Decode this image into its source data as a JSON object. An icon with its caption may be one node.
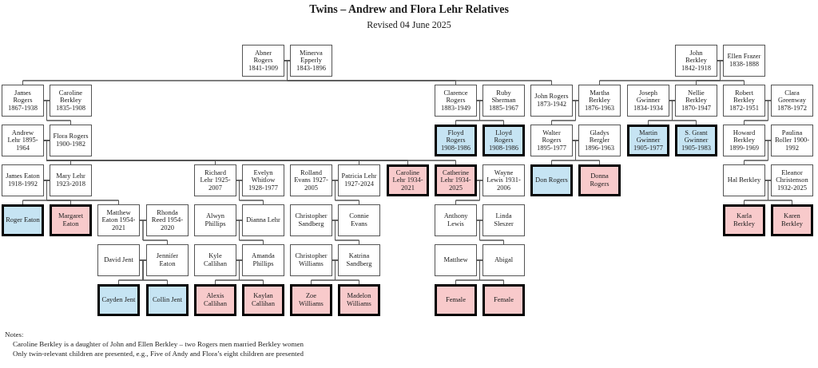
{
  "diagram": {
    "title": "Twins – Andrew and Flora Lehr Relatives",
    "nodes": [
      {
        "text": [
          "Abner Rogers 1841-1909"
        ]
      },
      {
        "text": [
          "Minerva Epperly 1843-1896"
        ]
      },
      {
        "text": [
          "James Rogers 1867-1938"
        ]
      },
      {
        "text": [
          "Caroline Berkley 1835-1908"
        ]
      },
      {
        "text": [
          "Andrew Lehr 1895-1964"
        ]
      },
      {
        "text": [
          "Flora Rogers 1900-1982"
        ]
      },
      {
        "text": [
          "James Eaton 1918-1992"
        ]
      },
      {
        "text": [
          "Mary Lehr 1923-2018"
        ]
      },
      {
        "text": [
          "Roger Eaton"
        ]
      },
      {
        "text": [
          "Margaret Eaton"
        ]
      },
      {
        "text": [
          "Matthew Eaton 1954-2021"
        ]
      },
      {
        "text": [
          "Rhonda Reed 1954-2020"
        ]
      },
      {
        "text": [
          "David Jent"
        ]
      },
      {
        "text": [
          "Jennifer Eaton"
        ]
      },
      {
        "text": [
          "Cayden Jent"
        ]
      },
      {
        "text": [
          "Collin Jent"
        ]
      },
      {
        "text": [
          "Richard Lehr 1925-2007"
        ]
      },
      {
        "text": [
          "Evelyn Whitlow 1928-1977"
        ]
      },
      {
        "text": [
          "Alwyn Phillips"
        ]
      },
      {
        "text": [
          "Dianna Lehr"
        ]
      },
      {
        "text": [
          "Kyle Callihan"
        ]
      },
      {
        "text": [
          "Amanda Phillips"
        ]
      },
      {
        "text": [
          "Alexis Callihan"
        ]
      },
      {
        "text": [
          "Kaylan Callihan"
        ]
      },
      {
        "text": [
          "Rolland Evans 1927-2005"
        ]
      },
      {
        "text": [
          "Patricia Lehr 1927-2024"
        ]
      },
      {
        "text": [
          "Christopher Sandberg"
        ]
      },
      {
        "text": [
          "Connie Evans"
        ]
      },
      {
        "text": [
          "Christopher Williams"
        ]
      },
      {
        "text": [
          "Katrina Sandberg"
        ]
      },
      {
        "text": [
          "Zoe Williams"
        ]
      },
      {
        "text": [
          "Madelon Williams"
        ]
      },
      {
        "text": [
          "Caroline Lehr 1934-2021"
        ]
      },
      {
        "text": [
          "Catherine Lehr 1934-2025"
        ]
      },
      {
        "text": [
          "Wayne Lewis 1931-2006"
        ]
      },
      {
        "text": [
          "Anthony Lewis"
        ]
      },
      {
        "text": [
          "Linda Sleszer"
        ]
      },
      {
        "text": [
          "Matthew"
        ]
      },
      {
        "text": [
          "Abigal"
        ]
      },
      {
        "text": [
          "Female"
        ]
      },
      {
        "text": [
          "Female"
        ]
      },
      {
        "text": [
          "Clarence Rogers 1883-1949"
        ]
      },
      {
        "text": [
          "Ruby Sherman 1885-1967"
        ]
      },
      {
        "text": [
          "Floyd Rogers 1908-1986"
        ]
      },
      {
        "text": [
          "Lloyd Rogers 1908-1986"
        ]
      },
      {
        "text": [
          "John Rogers 1873-1942"
        ]
      },
      {
        "text": [
          "Martha Berkley 1876-1963"
        ]
      },
      {
        "text": [
          "Walter Rogers 1895-1977"
        ]
      },
      {
        "text": [
          "Gladys Bergler 1896-1963"
        ]
      },
      {
        "text": [
          "Don Rogers"
        ]
      },
      {
        "text": [
          "Donna Rogers"
        ]
      },
      {
        "text": [
          "John Berkley 1842-1918"
        ]
      },
      {
        "text": [
          "Ellen Frazer 1838-1888"
        ]
      },
      {
        "text": [
          "Joseph Gwinner 1834-1934"
        ]
      },
      {
        "text": [
          "Nellie Berkley 1870-1947"
        ]
      },
      {
        "text": [
          "Martin Gwinner 1905-1977"
        ]
      },
      {
        "text": [
          "S. Grant Gwinner 1905-1983"
        ]
      },
      {
        "text": [
          "Robert Berkley 1872-1951"
        ]
      },
      {
        "text": [
          "Clara Greenway 1878-1972"
        ]
      },
      {
        "text": [
          "Howard Berkley 1899-1969"
        ]
      },
      {
        "text": [
          "Paulina Boller 1900-1992"
        ]
      },
      {
        "text": [
          "Hal Berkley"
        ]
      },
      {
        "text": [
          "Eleanor Christenson 1932-2025"
        ]
      },
      {
        "text": [
          "Karla Berkley"
        ]
      },
      {
        "text": [
          "Karen Berkley"
        ]
      }
    ],
    "edges": [
      {
        "from": 0,
        "to": 1,
        "arrow": "none"
      },
      {
        "from": 0,
        "to": 2,
        "arrow": "none"
      },
      {
        "from": 1,
        "to": 2,
        "arrow": "none"
      },
      {
        "from": 0,
        "to": 41,
        "arrow": "none"
      },
      {
        "from": 1,
        "to": 41,
        "arrow": "none"
      },
      {
        "from": 0,
        "to": 45,
        "arrow": "none"
      },
      {
        "from": 1,
        "to": 45,
        "arrow": "none"
      },
      {
        "from": 2,
        "to": 3,
        "arrow": "none"
      },
      {
        "from": 2,
        "to": 5,
        "arrow": "none"
      },
      {
        "from": 3,
        "to": 5,
        "arrow": "none"
      },
      {
        "from": 4,
        "to": 5,
        "arrow": "none"
      },
      {
        "from": 4,
        "to": 7,
        "arrow": "none"
      },
      {
        "from": 5,
        "to": 7,
        "arrow": "none"
      },
      {
        "from": 4,
        "to": 16,
        "arrow": "none"
      },
      {
        "from": 5,
        "to": 16,
        "arrow": "none"
      },
      {
        "from": 4,
        "to": 25,
        "arrow": "none"
      },
      {
        "from": 5,
        "to": 25,
        "arrow": "none"
      },
      {
        "from": 4,
        "to": 32,
        "arrow": "none"
      },
      {
        "from": 5,
        "to": 32,
        "arrow": "none"
      },
      {
        "from": 4,
        "to": 33,
        "arrow": "none"
      },
      {
        "from": 5,
        "to": 33,
        "arrow": "none"
      },
      {
        "from": 6,
        "to": 7,
        "arrow": "none"
      },
      {
        "from": 6,
        "to": 8,
        "arrow": "none"
      },
      {
        "from": 7,
        "to": 8,
        "arrow": "none"
      },
      {
        "from": 6,
        "to": 9,
        "arrow": "none"
      },
      {
        "from": 7,
        "to": 9,
        "arrow": "none"
      },
      {
        "from": 6,
        "to": 10,
        "arrow": "none"
      },
      {
        "from": 7,
        "to": 10,
        "arrow": "none"
      },
      {
        "from": 10,
        "to": 11,
        "arrow": "none"
      },
      {
        "from": 10,
        "to": 13,
        "arrow": "none"
      },
      {
        "from": 11,
        "to": 13,
        "arrow": "none"
      },
      {
        "from": 12,
        "to": 13,
        "arrow": "none"
      },
      {
        "from": 12,
        "to": 14,
        "arrow": "none"
      },
      {
        "from": 13,
        "to": 14,
        "arrow": "none"
      },
      {
        "from": 12,
        "to": 15,
        "arrow": "none"
      },
      {
        "from": 13,
        "to": 15,
        "arrow": "none"
      },
      {
        "from": 16,
        "to": 17,
        "arrow": "none"
      },
      {
        "from": 16,
        "to": 19,
        "arrow": "none"
      },
      {
        "from": 17,
        "to": 19,
        "arrow": "none"
      },
      {
        "from": 18,
        "to": 19,
        "arrow": "none"
      },
      {
        "from": 18,
        "to": 21,
        "arrow": "none"
      },
      {
        "from": 19,
        "to": 21,
        "arrow": "none"
      },
      {
        "from": 20,
        "to": 21,
        "arrow": "none"
      },
      {
        "from": 20,
        "to": 22,
        "arrow": "none"
      },
      {
        "from": 21,
        "to": 22,
        "arrow": "none"
      },
      {
        "from": 20,
        "to": 23,
        "arrow": "none"
      },
      {
        "from": 21,
        "to": 23,
        "arrow": "none"
      },
      {
        "from": 24,
        "to": 25,
        "arrow": "none"
      },
      {
        "from": 24,
        "to": 27,
        "arrow": "none"
      },
      {
        "from": 25,
        "to": 27,
        "arrow": "none"
      },
      {
        "from": 26,
        "to": 27,
        "arrow": "none"
      },
      {
        "from": 26,
        "to": 29,
        "arrow": "none"
      },
      {
        "from": 27,
        "to": 29,
        "arrow": "none"
      },
      {
        "from": 28,
        "to": 29,
        "arrow": "none"
      },
      {
        "from": 28,
        "to": 30,
        "arrow": "none"
      },
      {
        "from": 29,
        "to": 30,
        "arrow": "none"
      },
      {
        "from": 28,
        "to": 31,
        "arrow": "none"
      },
      {
        "from": 29,
        "to": 31,
        "arrow": "none"
      },
      {
        "from": 33,
        "to": 34,
        "arrow": "none"
      },
      {
        "from": 33,
        "to": 35,
        "arrow": "none"
      },
      {
        "from": 34,
        "to": 35,
        "arrow": "none"
      },
      {
        "from": 35,
        "to": 36,
        "arrow": "none"
      },
      {
        "from": 35,
        "to": 38,
        "arrow": "none"
      },
      {
        "from": 36,
        "to": 38,
        "arrow": "none"
      },
      {
        "from": 37,
        "to": 38,
        "arrow": "none"
      },
      {
        "from": 37,
        "to": 39,
        "arrow": "none"
      },
      {
        "from": 38,
        "to": 39,
        "arrow": "none"
      },
      {
        "from": 37,
        "to": 40,
        "arrow": "none"
      },
      {
        "from": 38,
        "to": 40,
        "arrow": "none"
      },
      {
        "from": 41,
        "to": 42,
        "arrow": "none"
      },
      {
        "from": 41,
        "to": 43,
        "arrow": "none"
      },
      {
        "from": 42,
        "to": 43,
        "arrow": "none"
      },
      {
        "from": 41,
        "to": 44,
        "arrow": "none"
      },
      {
        "from": 42,
        "to": 44,
        "arrow": "none"
      },
      {
        "from": 45,
        "to": 46,
        "arrow": "none"
      },
      {
        "from": 45,
        "to": 47,
        "arrow": "none"
      },
      {
        "from": 46,
        "to": 47,
        "arrow": "none"
      },
      {
        "from": 47,
        "to": 48,
        "arrow": "none"
      },
      {
        "from": 47,
        "to": 49,
        "arrow": "none"
      },
      {
        "from": 48,
        "to": 49,
        "arrow": "none"
      },
      {
        "from": 47,
        "to": 50,
        "arrow": "none"
      },
      {
        "from": 48,
        "to": 50,
        "arrow": "none"
      },
      {
        "from": 51,
        "to": 52,
        "arrow": "none"
      },
      {
        "from": 51,
        "to": 46,
        "arrow": "none"
      },
      {
        "from": 52,
        "to": 46,
        "arrow": "none"
      },
      {
        "from": 51,
        "to": 54,
        "arrow": "none"
      },
      {
        "from": 52,
        "to": 54,
        "arrow": "none"
      },
      {
        "from": 51,
        "to": 57,
        "arrow": "none"
      },
      {
        "from": 52,
        "to": 57,
        "arrow": "none"
      },
      {
        "from": 53,
        "to": 54,
        "arrow": "none"
      },
      {
        "from": 53,
        "to": 55,
        "arrow": "none"
      },
      {
        "from": 54,
        "to": 55,
        "arrow": "none"
      },
      {
        "from": 53,
        "to": 56,
        "arrow": "none"
      },
      {
        "from": 54,
        "to": 56,
        "arrow": "none"
      },
      {
        "from": 57,
        "to": 58,
        "arrow": "none"
      },
      {
        "from": 57,
        "to": 59,
        "arrow": "none"
      },
      {
        "from": 58,
        "to": 59,
        "arrow": "none"
      },
      {
        "from": 59,
        "to": 60,
        "arrow": "none"
      },
      {
        "from": 59,
        "to": 61,
        "arrow": "none"
      },
      {
        "from": 60,
        "to": 61,
        "arrow": "none"
      },
      {
        "from": 61,
        "to": 62,
        "arrow": "none"
      },
      {
        "from": 61,
        "to": 63,
        "arrow": "none"
      },
      {
        "from": 62,
        "to": 63,
        "arrow": "none"
      },
      {
        "from": 61,
        "to": 64,
        "arrow": "none"
      },
      {
        "from": 62,
        "to": 64,
        "arrow": "none"
      }
    ],
    "labels": [
      "Revised 04 June 2025",
      "Notes:",
      "Caroline Berkley is a daughter of John and Ellen Berkley – two Rogers men married Berkley women",
      "Only twin-relevant children are presented, e.g., Five of Andy and Flora’s eight children are presented"
    ]
  }
}
